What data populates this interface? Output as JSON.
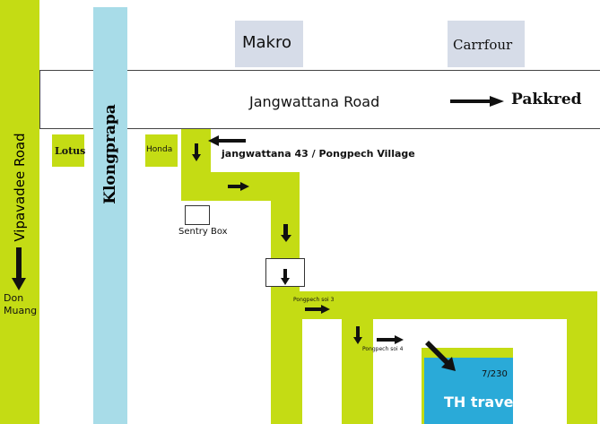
{
  "landmarks": {
    "makro": "Makro",
    "carrfour": "Carrfour",
    "lotus": "Lotus",
    "honda": "Honda",
    "sentry_box": "Sentry Box"
  },
  "roads": {
    "jangwattana": "Jangwattana Road",
    "pakkred": "Pakkred",
    "vipavadee": "Vipavadee Road",
    "klongprapa": "Klongprapa",
    "don_muang": "Don\nMuang",
    "jangwattana_43": "jangwattana 43 / Pongpech Village",
    "pongpech_soi_3": "Pongpech soi 3",
    "pongpech_soi_4": "Pongpech soi 4"
  },
  "destination": {
    "number": "7/230",
    "name": "TH travel",
    "color": "#2aaad8"
  },
  "colors": {
    "road": "#c4dc14",
    "canal": "#a8dce8",
    "landmark_box": "#d6dce8"
  }
}
